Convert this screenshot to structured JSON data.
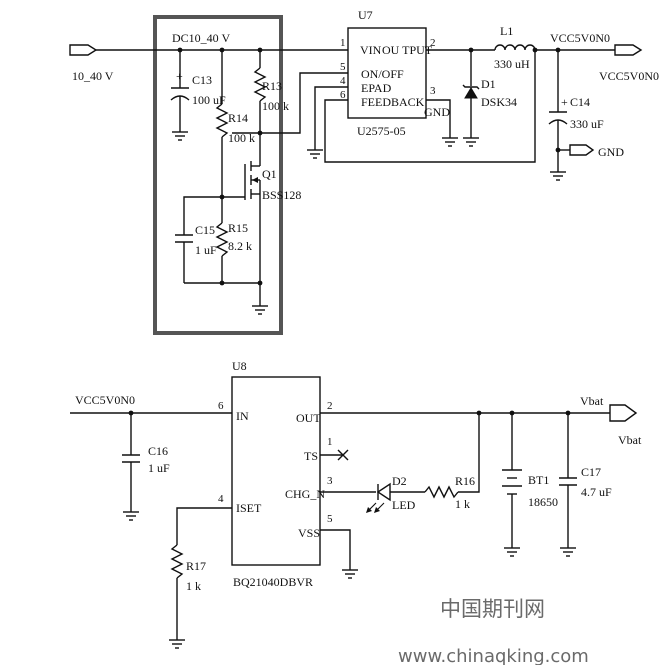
{
  "top_circuit": {
    "input_net": "10_40 V",
    "rail_net": "DC10_40 V",
    "output_net": "VCC5V0N0",
    "output_port": "VCC5V0N0",
    "gnd_port": "GND",
    "u7": {
      "ref": "U7",
      "part": "U2575-05",
      "pin_vin": "VIN",
      "pin_output": "OU TPUT",
      "pin_onoff": "ON/OFF",
      "pin_epad": "EPAD",
      "pin_feedback": "FEEDBACK",
      "pin_gnd": "GND",
      "pin1": "1",
      "pin2": "2",
      "pin3": "3",
      "pin4": "4",
      "pin5": "5",
      "pin6": "6"
    },
    "c13": {
      "ref": "C13",
      "value": "100 uF",
      "polarity": "+"
    },
    "r13": {
      "ref": "R13",
      "value": "100 k"
    },
    "r14": {
      "ref": "R14",
      "value": "100 k"
    },
    "q1": {
      "ref": "Q1",
      "part": "BSS128"
    },
    "c15": {
      "ref": "C15",
      "value": "1 uF"
    },
    "r15": {
      "ref": "R15",
      "value": "8.2 k"
    },
    "l1": {
      "ref": "L1",
      "value": "330 uH"
    },
    "d1": {
      "ref": "D1",
      "part": "DSK34"
    },
    "c14": {
      "ref": "C14",
      "value": "330 uF",
      "polarity": "+"
    }
  },
  "bottom_circuit": {
    "input_net": "VCC5V0N0",
    "output_net": "Vbat",
    "output_port": "Vbat",
    "u8": {
      "ref": "U8",
      "part": "BQ21040DBVR",
      "pin_in": "IN",
      "pin_out": "OUT",
      "pin_ts": "TS",
      "pin_chg": "CHG_N",
      "pin_iset": "ISET",
      "pin_vss": "VSS",
      "pin1": "1",
      "pin2": "2",
      "pin3": "3",
      "pin4": "4",
      "pin5": "5",
      "pin6": "6"
    },
    "c16": {
      "ref": "C16",
      "value": "1 uF"
    },
    "r17": {
      "ref": "R17",
      "value": "1 k"
    },
    "d2": {
      "ref": "D2",
      "part": "LED"
    },
    "r16": {
      "ref": "R16",
      "value": "1 k"
    },
    "bt1": {
      "ref": "BT1",
      "value": "18650"
    },
    "c17": {
      "ref": "C17",
      "value": "4.7 uF"
    }
  },
  "watermark": {
    "cn": "中国期刊网",
    "url": "www.chinaqking.com"
  }
}
